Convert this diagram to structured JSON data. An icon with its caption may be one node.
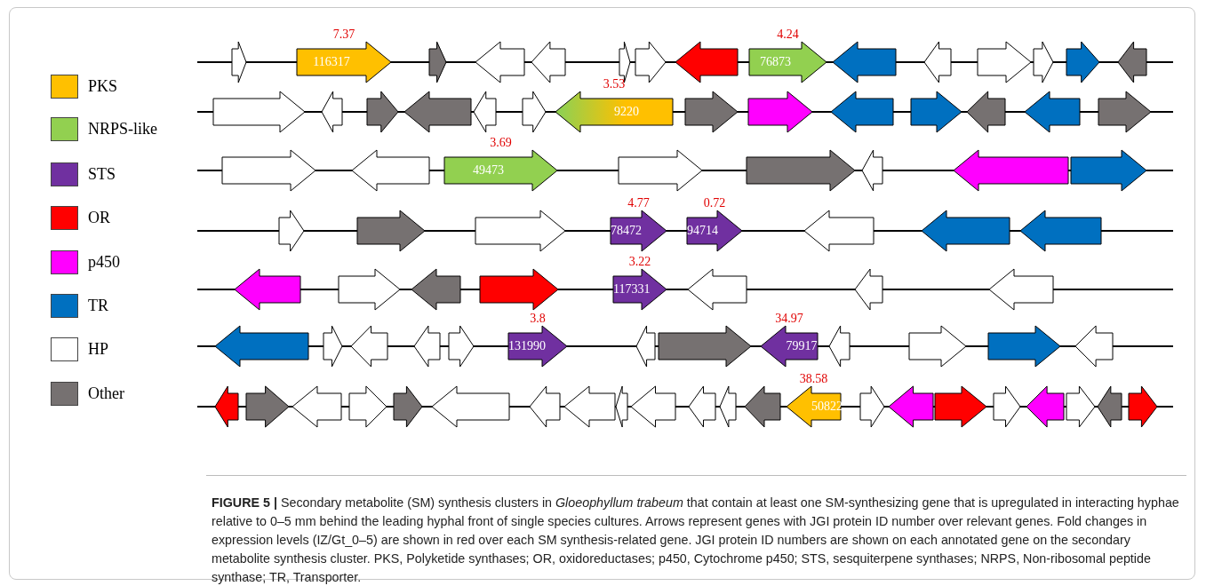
{
  "diagram": {
    "caption": "**FIGURE 5 |** Secondary metabolite (SM) synthesis clusters in *Gloeophyllum trabeum* that contain at least one SM-synthesizing gene that is upregulated in interacting hyphae relative to 0–5 mm behind the leading hyphal front of single species cultures. Arrows represent genes with JGI protein ID number over relevant genes. Fold changes in expression levels (IZ/Gt_0–5) are shown in red over each SM synthesis-related gene. JGI protein ID numbers are shown on each annotated gene on the secondary metabolite synthesis cluster. PKS, Polyketide synthases; OR, oxidoreductases; p450, Cytochrome p450; STS, sesquiterpene synthases; NRPS, Non-ribosomal peptide synthase; TR, Transporter.",
    "nodes": [
      {
        "text": [],
        "shape": "arrow"
      },
      {
        "text": [
          "116317"
        ],
        "beside": [
          "7.37"
        ]
      },
      {
        "text": [],
        "shape": "arrow"
      },
      {
        "text": [],
        "shape": "arrow"
      },
      {
        "text": [],
        "shape": "arrow"
      },
      {
        "text": [],
        "shape": "arrow"
      },
      {
        "text": [],
        "shape": "arrow"
      },
      {
        "text": [],
        "shape": "arrow"
      },
      {
        "text": [
          "76873"
        ],
        "beside": [
          "4.24"
        ]
      },
      {
        "text": [],
        "shape": "arrow"
      },
      {
        "text": [],
        "shape": "arrow"
      },
      {
        "text": [],
        "shape": "arrow"
      },
      {
        "text": [],
        "shape": "arrow"
      },
      {
        "text": [],
        "shape": "arrow"
      },
      {
        "text": [],
        "shape": "arrow"
      },
      {
        "text": [],
        "shape": "arrow"
      },
      {
        "text": [],
        "shape": "arrow"
      },
      {
        "text": [],
        "shape": "arrow"
      },
      {
        "text": [],
        "shape": "arrow"
      },
      {
        "text": [],
        "shape": "arrow"
      },
      {
        "text": [],
        "shape": "arrow"
      },
      {
        "text": [
          "9220"
        ],
        "beside": [
          "3.53"
        ]
      },
      {
        "text": [],
        "shape": "arrow"
      },
      {
        "text": [],
        "shape": "arrow"
      },
      {
        "text": [],
        "shape": "arrow"
      },
      {
        "text": [],
        "shape": "arrow"
      },
      {
        "text": [],
        "shape": "arrow"
      },
      {
        "text": [],
        "shape": "arrow"
      },
      {
        "text": [],
        "shape": "arrow"
      },
      {
        "text": [],
        "shape": "arrow"
      },
      {
        "text": [],
        "shape": "arrow"
      },
      {
        "text": [
          "49473"
        ],
        "beside": [
          "3.69"
        ]
      },
      {
        "text": [],
        "shape": "arrow"
      },
      {
        "text": [],
        "shape": "arrow"
      },
      {
        "text": [],
        "shape": "arrow"
      },
      {
        "text": [],
        "shape": "arrow"
      },
      {
        "text": [],
        "shape": "arrow"
      },
      {
        "text": [],
        "shape": "arrow"
      },
      {
        "text": [],
        "shape": "arrow"
      },
      {
        "text": [],
        "shape": "arrow"
      },
      {
        "text": [
          "78472"
        ],
        "beside": [
          "4.77"
        ]
      },
      {
        "text": [
          "94714"
        ],
        "beside": [
          "0.72"
        ]
      },
      {
        "text": [],
        "shape": "arrow"
      },
      {
        "text": [],
        "shape": "arrow"
      },
      {
        "text": [],
        "shape": "arrow"
      },
      {
        "text": [],
        "shape": "arrow"
      },
      {
        "text": [],
        "shape": "arrow"
      },
      {
        "text": [],
        "shape": "arrow"
      },
      {
        "text": [],
        "shape": "arrow"
      },
      {
        "text": [
          "117331"
        ],
        "beside": [
          "3.22"
        ]
      },
      {
        "text": [],
        "shape": "arrow"
      },
      {
        "text": [],
        "shape": "arrow"
      },
      {
        "text": [],
        "shape": "arrow"
      },
      {
        "text": [],
        "shape": "arrow"
      },
      {
        "text": [],
        "shape": "arrow"
      },
      {
        "text": [],
        "shape": "arrow"
      },
      {
        "text": [],
        "shape": "arrow"
      },
      {
        "text": [],
        "shape": "arrow"
      },
      {
        "text": [
          "131990"
        ],
        "beside": [
          "3.8"
        ]
      },
      {
        "text": [],
        "shape": "arrow"
      },
      {
        "text": [],
        "shape": "arrow"
      },
      {
        "text": [
          "79917"
        ],
        "beside": [
          "34.97"
        ]
      },
      {
        "text": [],
        "shape": "arrow"
      },
      {
        "text": [],
        "shape": "arrow"
      },
      {
        "text": [],
        "shape": "arrow"
      },
      {
        "text": [],
        "shape": "arrow"
      },
      {
        "text": [],
        "shape": "arrow"
      },
      {
        "text": [],
        "shape": "arrow"
      },
      {
        "text": [],
        "shape": "arrow"
      },
      {
        "text": [],
        "shape": "arrow"
      },
      {
        "text": [],
        "shape": "arrow"
      },
      {
        "text": [],
        "shape": "arrow"
      },
      {
        "text": [],
        "shape": "arrow"
      },
      {
        "text": [],
        "shape": "arrow"
      },
      {
        "text": [],
        "shape": "arrow"
      },
      {
        "text": [],
        "shape": "arrow"
      },
      {
        "text": [],
        "shape": "arrow"
      },
      {
        "text": [],
        "shape": "arrow"
      },
      {
        "text": [],
        "shape": "arrow"
      },
      {
        "text": [
          "50822"
        ],
        "beside": [
          "38.58"
        ]
      },
      {
        "text": [],
        "shape": "arrow"
      },
      {
        "text": [],
        "shape": "arrow"
      },
      {
        "text": [],
        "shape": "arrow"
      },
      {
        "text": [],
        "shape": "arrow"
      },
      {
        "text": [],
        "shape": "arrow"
      },
      {
        "text": [],
        "shape": "arrow"
      },
      {
        "text": [],
        "shape": "arrow"
      },
      {
        "text": [],
        "shape": "arrow"
      }
    ],
    "legend": [
      {
        "text": "PKS",
        "color": "#ffc000"
      },
      {
        "text": "NRPS-like",
        "color": "#92d050"
      },
      {
        "text": "STS",
        "color": "#7030a0"
      },
      {
        "text": "OR",
        "color": "#ff0000"
      },
      {
        "text": "p450",
        "color": "#ff00ff"
      },
      {
        "text": "TR",
        "color": "#0070c0"
      },
      {
        "text": "HP",
        "color": "#ffffff"
      },
      {
        "text": "Other",
        "color": "#767171"
      }
    ]
  }
}
